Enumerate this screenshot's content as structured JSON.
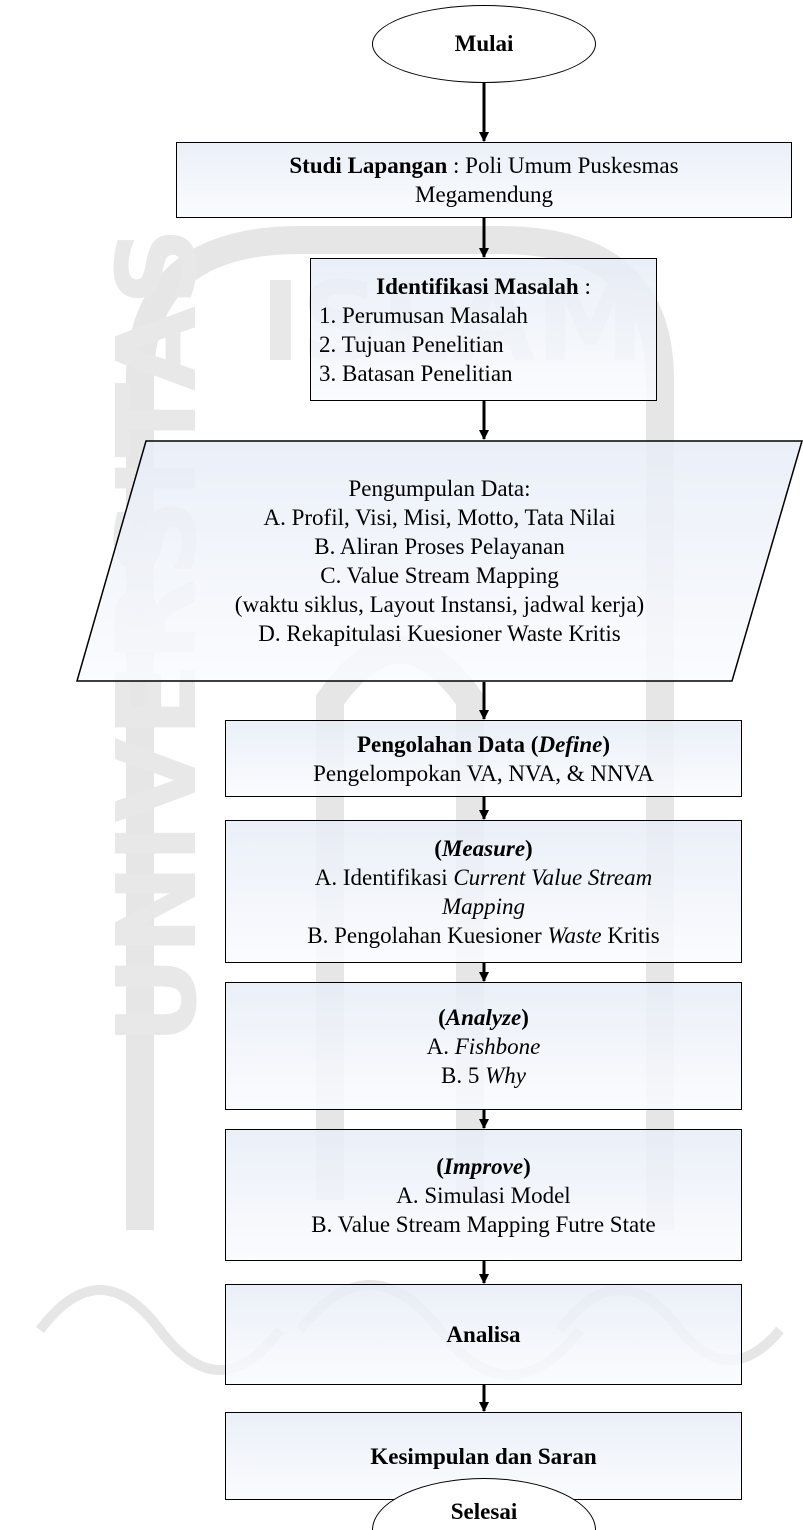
{
  "start": {
    "label": "Mulai"
  },
  "end": {
    "label": "Selesai"
  },
  "studi": {
    "title": "Studi Lapangan",
    "sep": " : ",
    "text_a": "Poli Umum Puskesmas",
    "text_b": "Megamendung"
  },
  "identifikasi": {
    "title": "Identifikasi Masalah",
    "sep": " :",
    "items": [
      "1. Perumusan Masalah",
      "2. Tujuan Penelitian",
      "3. Batasan Penelitian"
    ]
  },
  "pengumpulan": {
    "title": "Pengumpulan Data",
    "sep": ":",
    "a": "A. Profil, Visi, Misi, Motto, Tata Nilai",
    "b": "B. Aliran Proses Pelayanan",
    "c": "C. Value Stream Mapping",
    "c_detail": "(waktu siklus, Layout Instansi, jadwal kerja)",
    "d_prefix": "D. Rekapitulasi Kuesioner ",
    "d_italic": "Waste Kritis"
  },
  "define": {
    "title": "Pengolahan Data (",
    "title_italic": "Define",
    "title_close": ")",
    "text": "Pengelompokan VA, NVA, & NNVA"
  },
  "measure": {
    "open": "(",
    "title_italic": "Measure",
    "close": ")",
    "a_prefix": "A. Identifikasi ",
    "a_italic": "Current Value Stream",
    "a_italic_2": "Mapping",
    "b_prefix": "B. Pengolahan Kuesioner ",
    "b_italic": "Waste",
    "b_suffix": " Kritis"
  },
  "analyze": {
    "open": "(",
    "title_italic": "Analyze",
    "close": ")",
    "a_prefix": "A. ",
    "a_italic": "Fishbone",
    "b_prefix": "B. 5 ",
    "b_italic": "Why"
  },
  "improve": {
    "open": "(",
    "title_italic": "Improve",
    "close": ")",
    "a": "A. Simulasi Model",
    "b": "B. Value Stream Mapping Futre State"
  },
  "analisa": {
    "label": "Analisa"
  },
  "kesimpulan": {
    "label": "Kesimpulan dan Saran"
  },
  "watermark": {
    "text": "ISLAM INDONESIA UNIVERSITAS",
    "color": "#e3e3e3"
  }
}
